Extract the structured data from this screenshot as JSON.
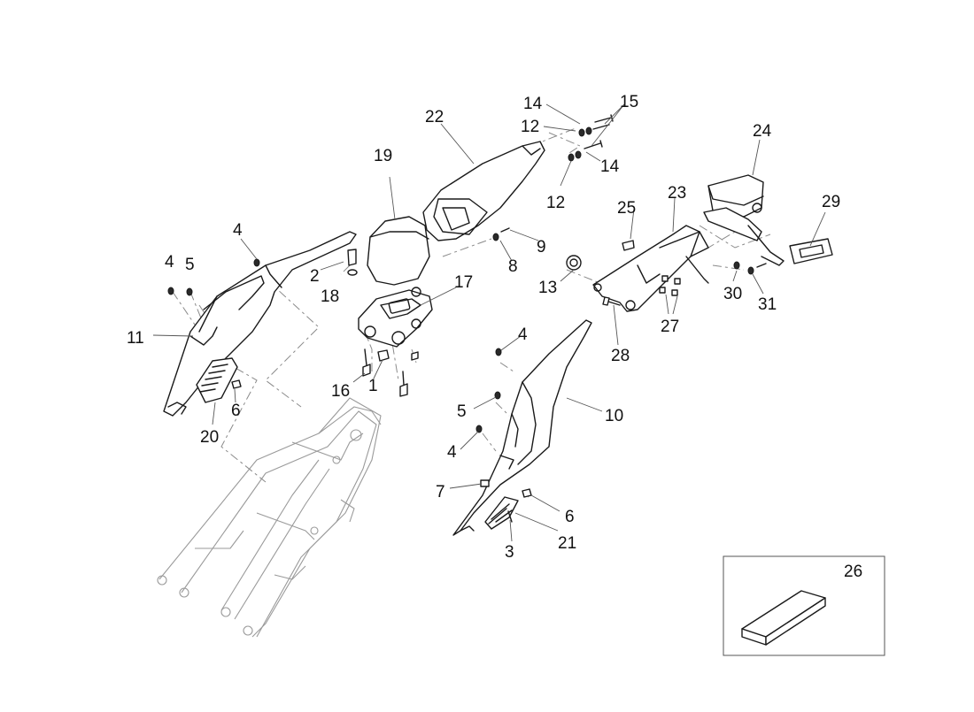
{
  "labels": {
    "l1": "1",
    "l2": "2",
    "l3": "3",
    "l4a": "4",
    "l4b": "4",
    "l4c": "4",
    "l4d": "4",
    "l5a": "5",
    "l5b": "5",
    "l6a": "6",
    "l6b": "6",
    "l7": "7",
    "l8": "8",
    "l9": "9",
    "l10": "10",
    "l11": "11",
    "l12a": "12",
    "l12b": "12",
    "l13": "13",
    "l14a": "14",
    "l14b": "14",
    "l15": "15",
    "l16": "16",
    "l17": "17",
    "l18": "18",
    "l19": "19",
    "l20": "20",
    "l21": "21",
    "l22": "22",
    "l23": "23",
    "l24": "24",
    "l25": "25",
    "l26": "26",
    "l27": "27",
    "l28": "28",
    "l29": "29",
    "l30": "30",
    "l31": "31"
  }
}
